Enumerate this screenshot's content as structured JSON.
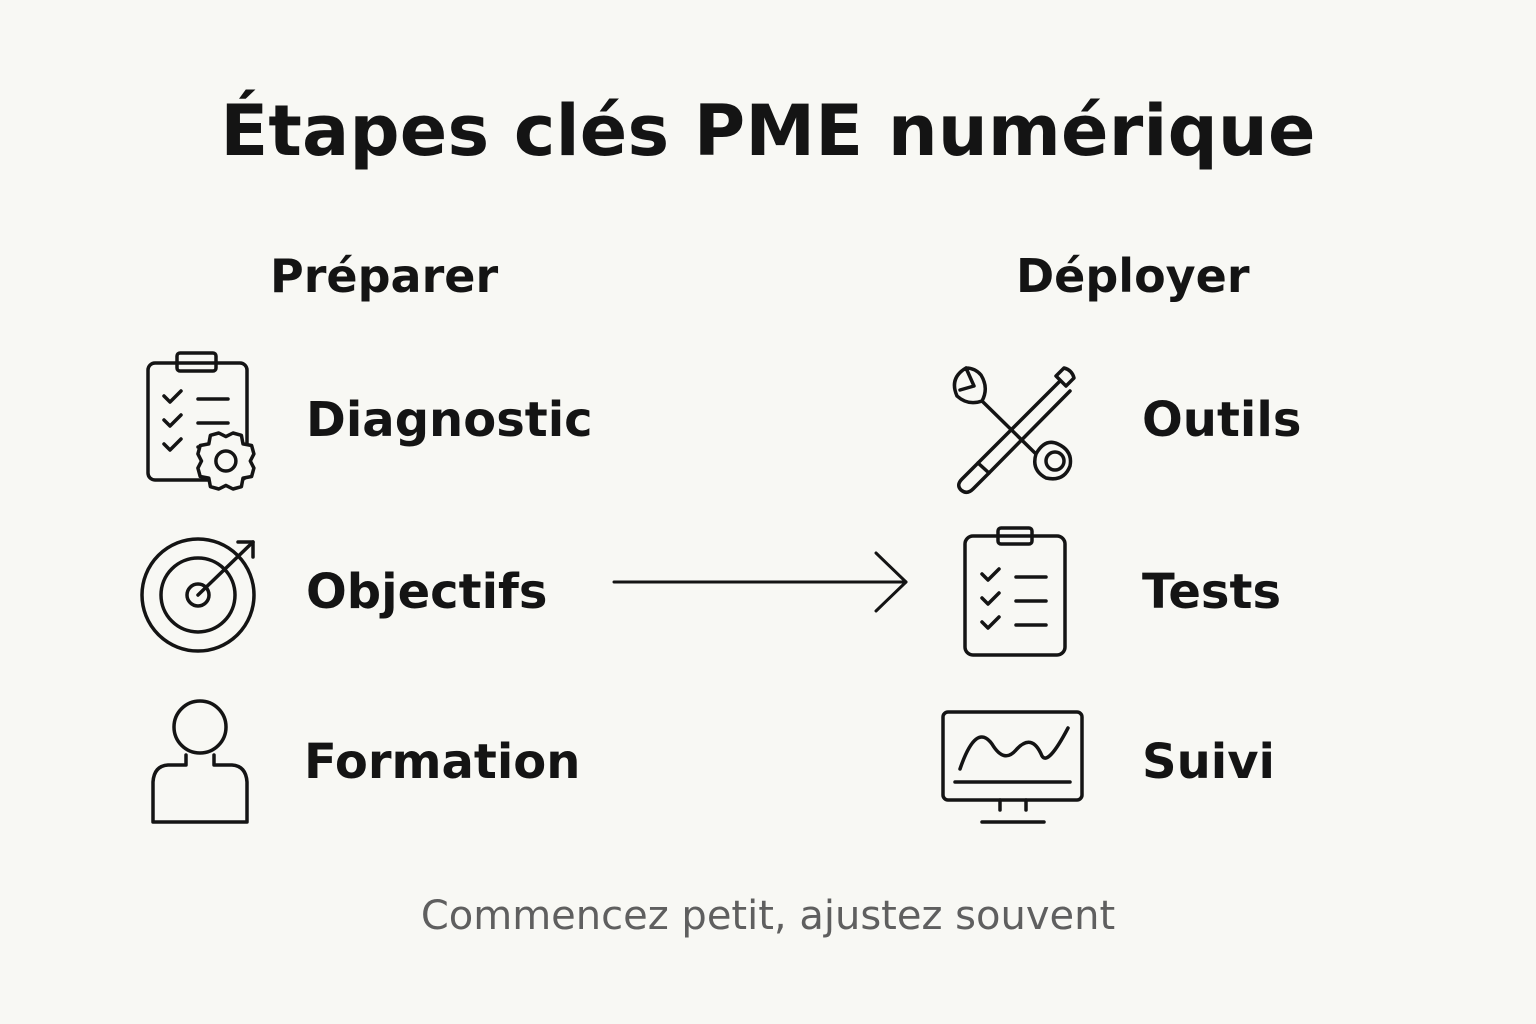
{
  "title": "Étapes clés PME numérique",
  "columns": {
    "left": {
      "heading": "Préparer",
      "steps": [
        {
          "label": "Diagnostic",
          "icon": "clipboard-gear-icon"
        },
        {
          "label": "Objectifs",
          "icon": "target-icon"
        },
        {
          "label": "Formation",
          "icon": "person-icon"
        }
      ]
    },
    "right": {
      "heading": "Déployer",
      "steps": [
        {
          "label": "Outils",
          "icon": "tools-icon"
        },
        {
          "label": "Tests",
          "icon": "checklist-icon"
        },
        {
          "label": "Suivi",
          "icon": "monitor-chart-icon"
        }
      ]
    }
  },
  "connector": {
    "icon": "arrow-right-icon"
  },
  "footer": "Commencez petit, ajustez souvent"
}
